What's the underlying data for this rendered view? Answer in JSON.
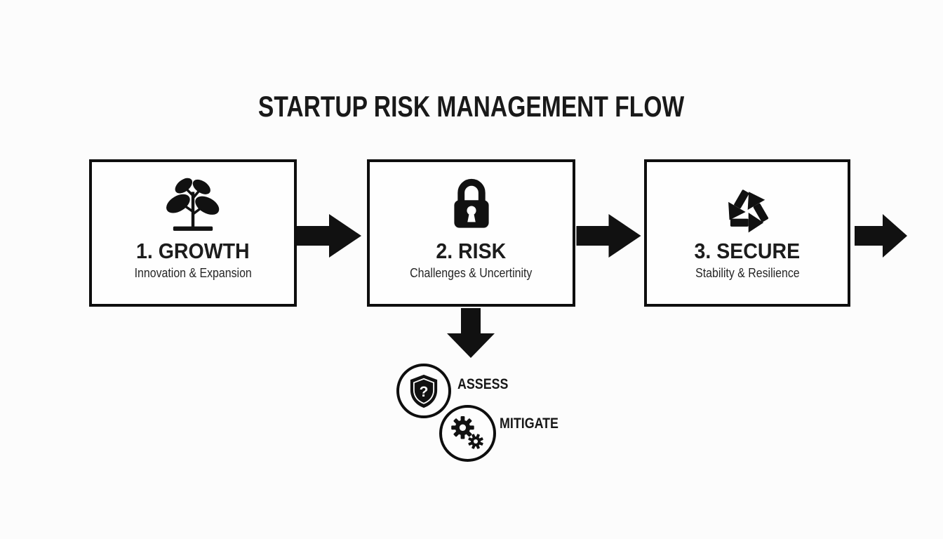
{
  "title": "STARTUP RISK MANAGEMENT FLOW",
  "steps": [
    {
      "number_label": "1. GROWTH",
      "subtitle": "Innovation & Expansion",
      "icon": "plant-icon"
    },
    {
      "number_label": "2. RISK",
      "subtitle": "Challenges & Uncertinity",
      "icon": "padlock-icon"
    },
    {
      "number_label": "3. SECURE",
      "subtitle": "Stability & Resilience",
      "icon": "recycle-icon"
    }
  ],
  "sub_steps": [
    {
      "label": "ASSESS",
      "icon": "shield-question-icon"
    },
    {
      "label": "MITIGATE",
      "icon": "gears-icon"
    }
  ],
  "colors": {
    "background": "#fcfcfc",
    "ink": "#111111",
    "box_fill": "#fefefe"
  }
}
